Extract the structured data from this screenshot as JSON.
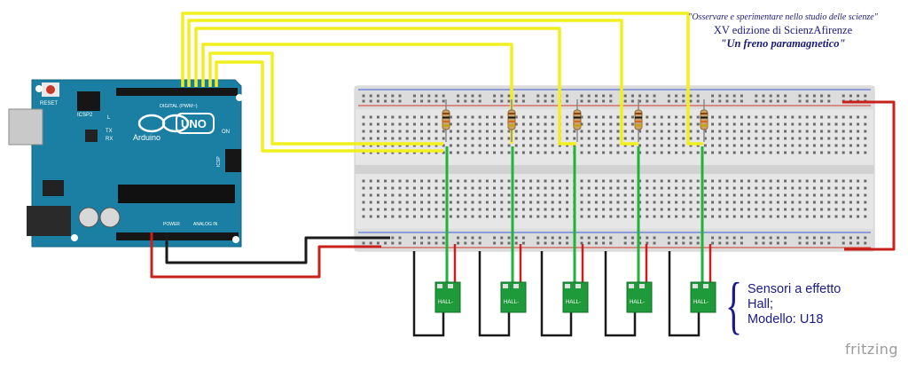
{
  "caption": {
    "line1": "\"Osservare e sperimentare nello studio delle scienze\"",
    "line2": "XV edizione di ScienzAfirenze",
    "line3": "\"Un freno paramagnetico\""
  },
  "arduino": {
    "logo_text": "Arduino",
    "model": "UNO",
    "reset_label": "RESET",
    "icsp2_label": "ICSP2",
    "icsp_label": "ICSP",
    "digital_label": "DIGITAL (PWM~)",
    "on_label": "ON",
    "l_label": "L",
    "tx_label": "TX",
    "rx_label": "RX",
    "power_label": "POWER",
    "analog_label": "ANALOG IN"
  },
  "sensors": {
    "chip_label": "HALL-",
    "count": 5,
    "note_lines": [
      "Sensori a effetto",
      "Hall;",
      "Modello: U18"
    ]
  },
  "branding": {
    "fritzing": "fritzing"
  },
  "colors": {
    "wire_yellow": "#f2ef1f",
    "wire_green": "#22b33a",
    "wire_red": "#c8201a",
    "wire_black": "#1a1a1a",
    "board_blue": "#1a7fa3",
    "sensor_green": "#1f9a3b",
    "breadboard": "#e6e6e6"
  }
}
